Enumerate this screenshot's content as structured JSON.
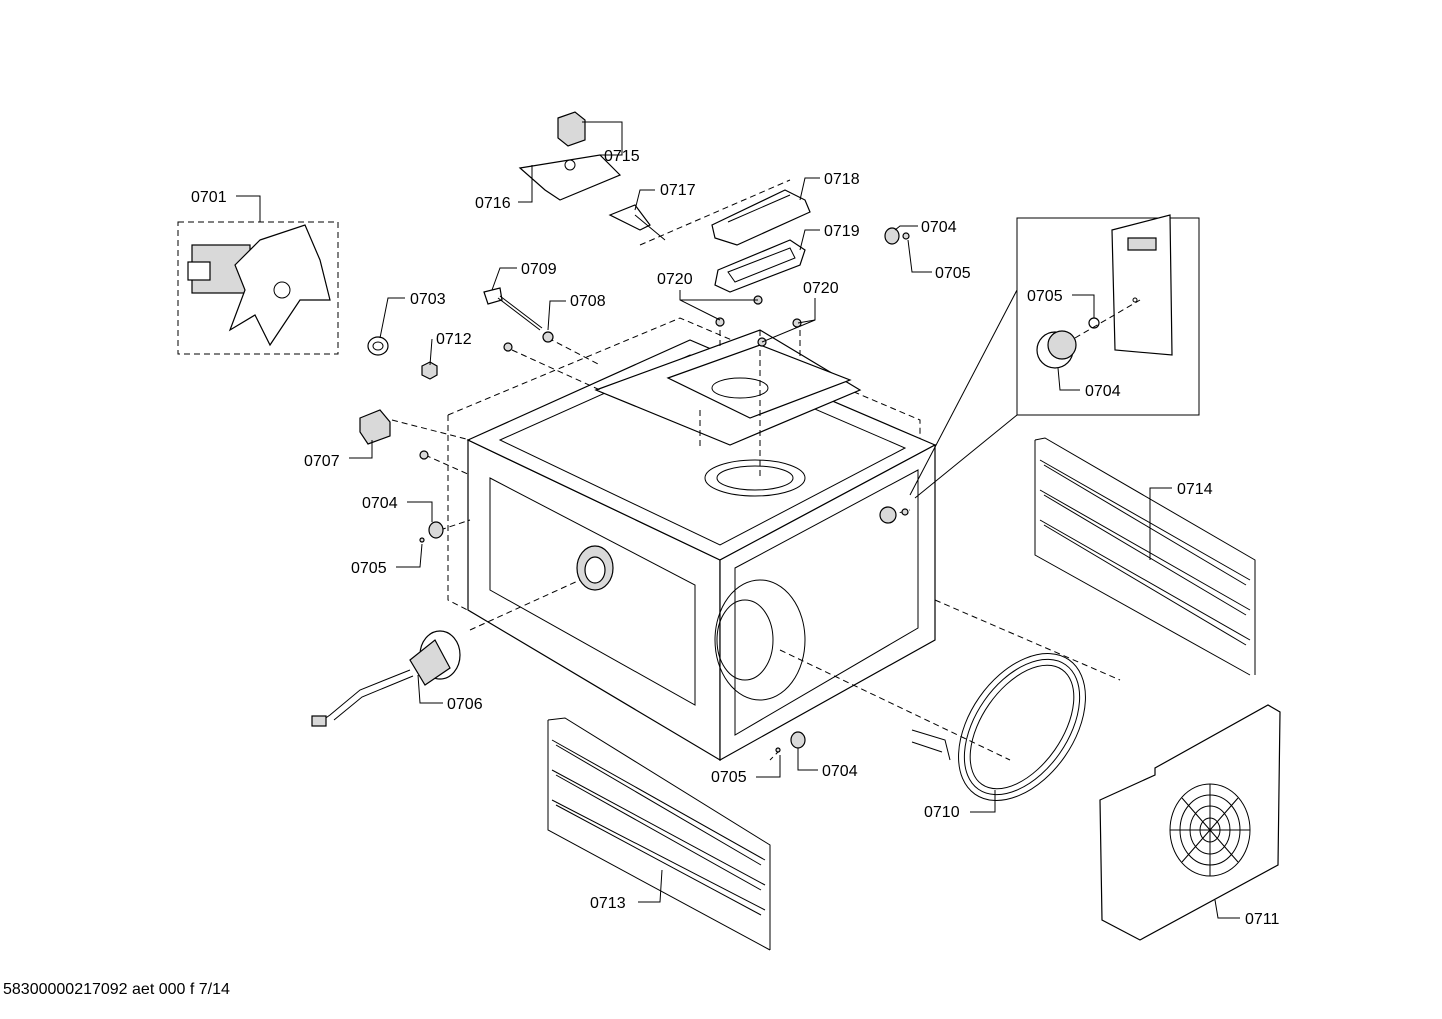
{
  "footer_text": "58300000217092 aet 000 f 7/14",
  "parts": {
    "p0701": "0701",
    "p0703": "0703",
    "p0704": "0704",
    "p0705": "0705",
    "p0706": "0706",
    "p0707": "0707",
    "p0708": "0708",
    "p0709": "0709",
    "p0710": "0710",
    "p0711": "0711",
    "p0712": "0712",
    "p0713": "0713",
    "p0714": "0714",
    "p0715": "0715",
    "p0716": "0716",
    "p0717": "0717",
    "p0718": "0718",
    "p0719": "0719",
    "p0720": "0720"
  }
}
